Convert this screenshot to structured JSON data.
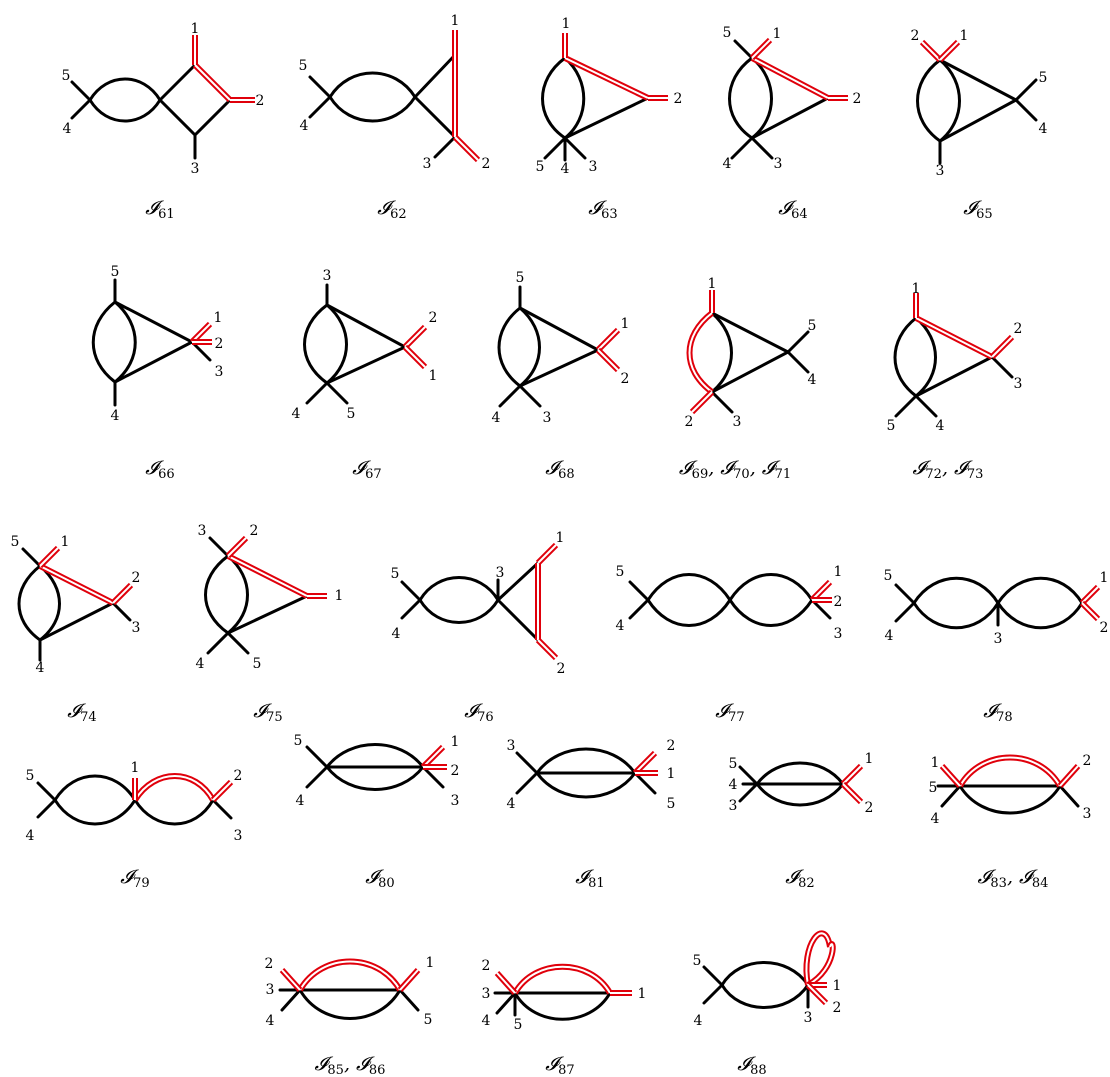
{
  "diagrams": [
    {
      "id": "I61",
      "caption": "𝓘61",
      "labels": [
        "1",
        "2",
        "3",
        "4",
        "5"
      ]
    },
    {
      "id": "I62",
      "caption": "𝓘62",
      "labels": [
        "1",
        "2",
        "3",
        "4",
        "5"
      ]
    },
    {
      "id": "I63",
      "caption": "𝓘63",
      "labels": [
        "1",
        "2",
        "3",
        "4",
        "5"
      ]
    },
    {
      "id": "I64",
      "caption": "𝓘64",
      "labels": [
        "1",
        "2",
        "3",
        "4",
        "5"
      ]
    },
    {
      "id": "I65",
      "caption": "𝓘65",
      "labels": [
        "1",
        "2",
        "3",
        "4",
        "5"
      ]
    },
    {
      "id": "I66",
      "caption": "𝓘66",
      "labels": [
        "1",
        "2",
        "3",
        "4",
        "5"
      ]
    },
    {
      "id": "I67",
      "caption": "𝓘67",
      "labels": [
        "1",
        "2",
        "3",
        "4",
        "5"
      ]
    },
    {
      "id": "I68",
      "caption": "𝓘68",
      "labels": [
        "1",
        "2",
        "3",
        "4",
        "5"
      ]
    },
    {
      "id": "I69",
      "caption": "𝓘69, 𝓘70, 𝓘71",
      "labels": [
        "1",
        "2",
        "3",
        "4",
        "5"
      ]
    },
    {
      "id": "I72",
      "caption": "𝓘72, 𝓘73",
      "labels": [
        "1",
        "2",
        "3",
        "4",
        "5"
      ]
    },
    {
      "id": "I74",
      "caption": "𝓘74",
      "labels": [
        "1",
        "2",
        "3",
        "4",
        "5"
      ]
    },
    {
      "id": "I75",
      "caption": "𝓘75",
      "labels": [
        "1",
        "2",
        "3",
        "4",
        "5"
      ]
    },
    {
      "id": "I76",
      "caption": "𝓘76",
      "labels": [
        "1",
        "2",
        "3",
        "4",
        "5"
      ]
    },
    {
      "id": "I77",
      "caption": "𝓘77",
      "labels": [
        "1",
        "2",
        "3",
        "4",
        "5"
      ]
    },
    {
      "id": "I78",
      "caption": "𝓘78",
      "labels": [
        "1",
        "2",
        "3",
        "4",
        "5"
      ]
    },
    {
      "id": "I79",
      "caption": "𝓘79",
      "labels": [
        "1",
        "2",
        "3",
        "4",
        "5"
      ]
    },
    {
      "id": "I80",
      "caption": "𝓘80",
      "labels": [
        "1",
        "2",
        "3",
        "4",
        "5"
      ]
    },
    {
      "id": "I81",
      "caption": "𝓘81",
      "labels": [
        "1",
        "2",
        "3",
        "4",
        "5"
      ]
    },
    {
      "id": "I82",
      "caption": "𝓘82",
      "labels": [
        "1",
        "2",
        "3",
        "4",
        "5"
      ]
    },
    {
      "id": "I83",
      "caption": "𝓘83, 𝓘84",
      "labels": [
        "1",
        "2",
        "3",
        "4",
        "5"
      ]
    },
    {
      "id": "I85",
      "caption": "𝓘85, 𝓘86",
      "labels": [
        "1",
        "2",
        "3",
        "4",
        "5"
      ]
    },
    {
      "id": "I87",
      "caption": "𝓘87",
      "labels": [
        "1",
        "2",
        "3",
        "4",
        "5"
      ]
    },
    {
      "id": "I88",
      "caption": "𝓘88",
      "labels": [
        "1",
        "2",
        "3",
        "4",
        "5"
      ]
    }
  ],
  "colors": {
    "massive_line": "#e0000b",
    "massless_line": "#000000"
  }
}
